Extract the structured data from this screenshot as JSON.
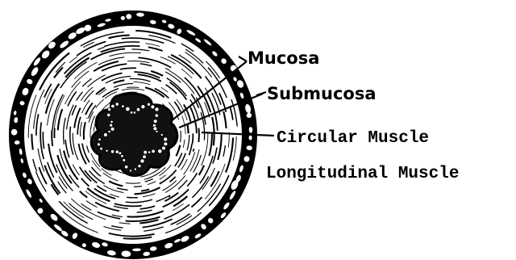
{
  "diagram": {
    "labels": {
      "mucosa": "Mucosa",
      "submucosa": "Submucosa",
      "circular_muscle": "Circular Muscle",
      "longitudinal_muscle": "Longitudinal Muscle"
    },
    "colors": {
      "ink": "#000000",
      "paper": "#ffffff"
    }
  }
}
